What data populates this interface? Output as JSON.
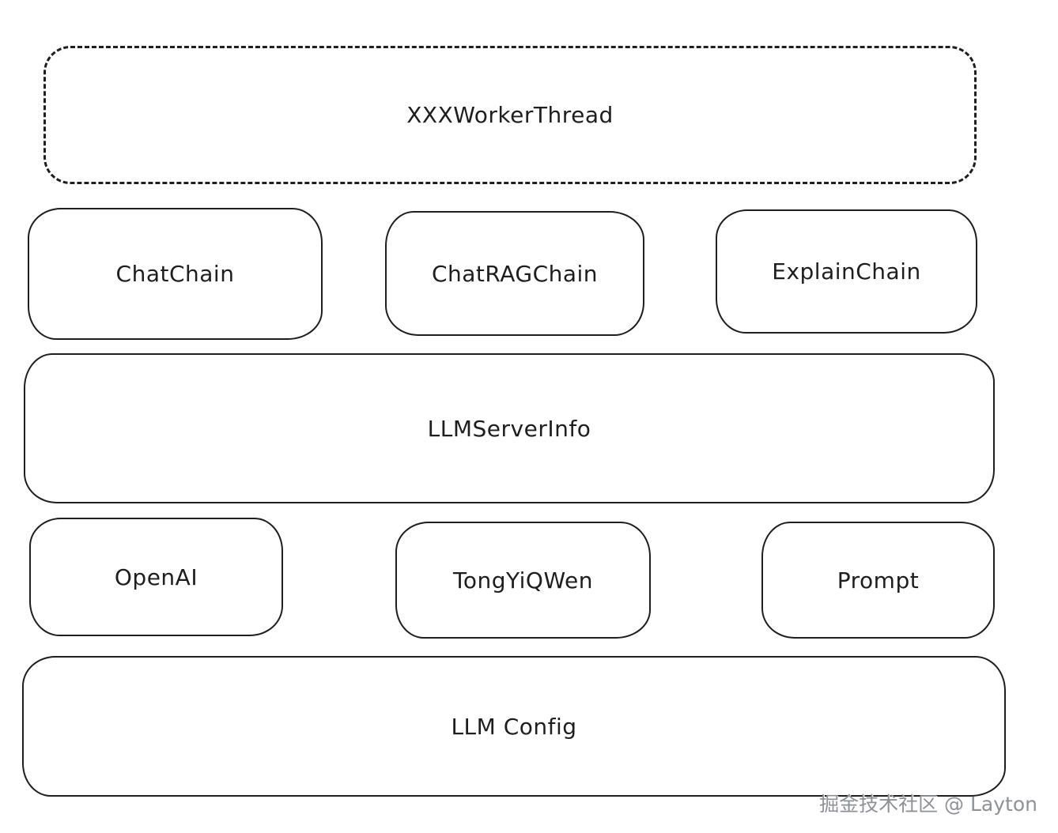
{
  "diagram": {
    "worker_thread": {
      "label": "XXXWorkerThread"
    },
    "chain_row": [
      {
        "label": "ChatChain"
      },
      {
        "label": "ChatRAGChain"
      },
      {
        "label": "ExplainChain"
      }
    ],
    "server_info": {
      "label": "LLMServerInfo"
    },
    "llm_row": [
      {
        "label": "OpenAI"
      },
      {
        "label": "TongYiQWen"
      },
      {
        "label": "Prompt"
      }
    ],
    "config": {
      "label": "LLM Config"
    },
    "watermark": "掘金技术社区 @ Layton",
    "colors": {
      "stroke": "#1e1e1e",
      "background": "#ffffff",
      "watermark": "#8e9196"
    }
  }
}
